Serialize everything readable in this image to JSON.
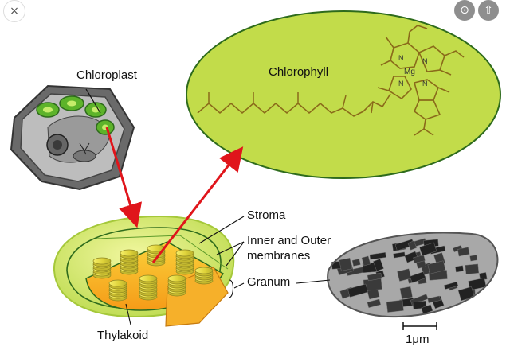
{
  "icons": {
    "close": "×",
    "lens": "⊙",
    "share": "⇧"
  },
  "labels": {
    "chloroplast": "Chloroplast",
    "chlorophyll": "Chlorophyll",
    "stroma": "Stroma",
    "membranes_line1": "Inner and Outer",
    "membranes_line2": "membranes",
    "granum": "Granum",
    "thylakoid": "Thylakoid",
    "scale": "1μm"
  },
  "molecule": {
    "metal": "Mg",
    "nitrogen": "N"
  },
  "colors": {
    "arrow": "#e0151b",
    "chlorophyll_bg": "#c2dc4a",
    "chlorophyll_stroke": "#2e6b1c",
    "molecule_line": "#8a6a1a",
    "chloroplast_outer": "#d8ec72",
    "granum": "#e9e246"
  }
}
